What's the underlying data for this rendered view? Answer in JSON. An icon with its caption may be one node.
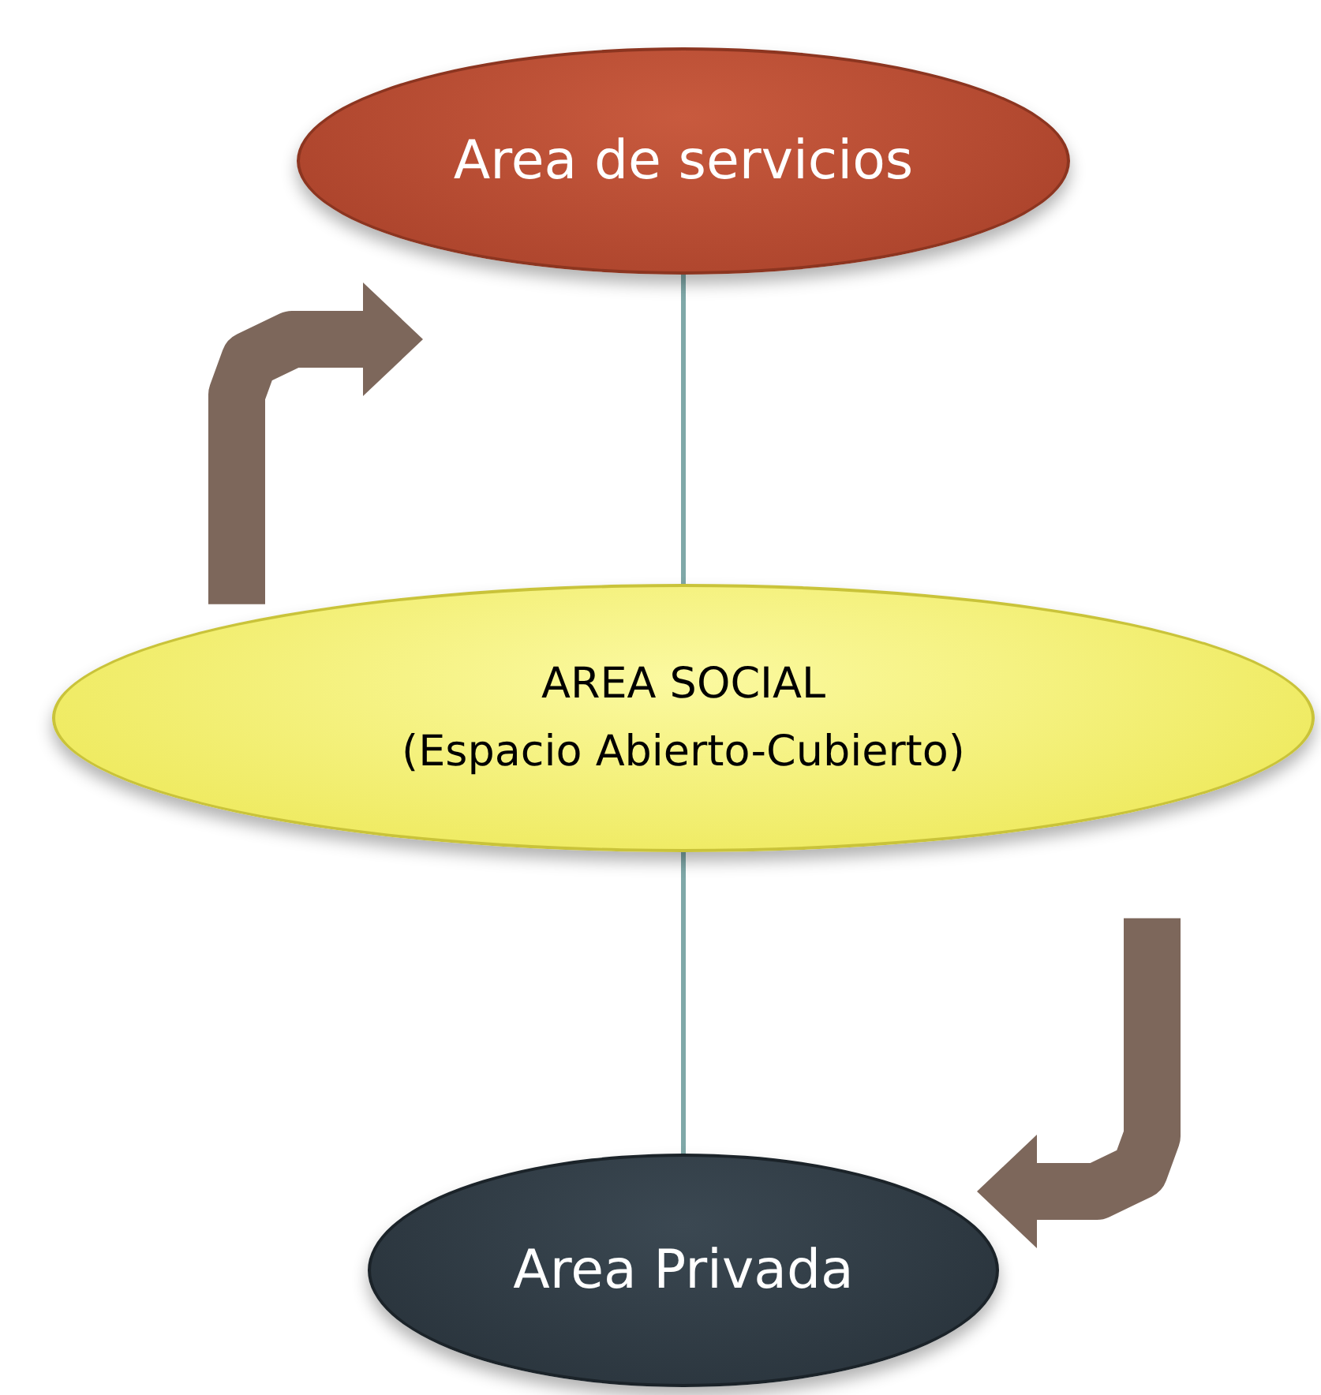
{
  "diagram": {
    "nodes": [
      {
        "text": [
          "Area de servicios"
        ]
      },
      {
        "text": [
          "AREA SOCIAL",
          "(Espacio Abierto-Cubierto)"
        ]
      },
      {
        "text": [
          "Area Privada"
        ]
      }
    ],
    "edges": [
      {
        "from": 0,
        "to": 1,
        "arrow": "none"
      },
      {
        "from": 1,
        "to": 2,
        "arrow": "none"
      },
      {
        "from": 1,
        "to": 0,
        "arrow": "to",
        "style": "thick",
        "color": "#7d675b"
      },
      {
        "from": 1,
        "to": 2,
        "arrow": "to",
        "style": "thick",
        "color": "#7d675b"
      }
    ]
  }
}
